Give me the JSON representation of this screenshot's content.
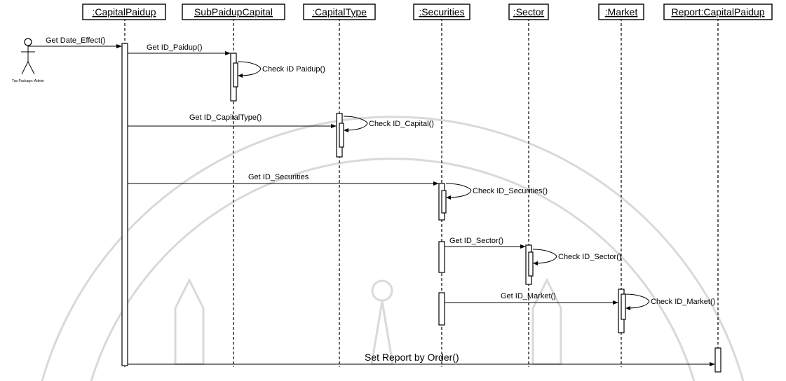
{
  "objects": [
    ":CapitalPaidup",
    "SubPaidupCapital",
    ":CapitalType",
    ":Securities",
    ":Sector",
    ":Market",
    "Report:CapitalPaidup"
  ],
  "actor": {
    "label": "Top Package::Admin"
  },
  "messages": {
    "m0": "Get Date_Effect()",
    "m1": "Get ID_Paidup()",
    "m2": "Check ID Paidup()",
    "m3": "Get ID_CapitalType()",
    "m4": "Check ID_Capital()",
    "m5": "Get ID_Securities",
    "m6": "Check ID_Securities()",
    "m7": "Get ID_Sector()",
    "m8": "Check ID_Sector()",
    "m9": "Get ID_Market()",
    "m10": "Check ID_Market()",
    "m11": "Set Report by Order()"
  }
}
